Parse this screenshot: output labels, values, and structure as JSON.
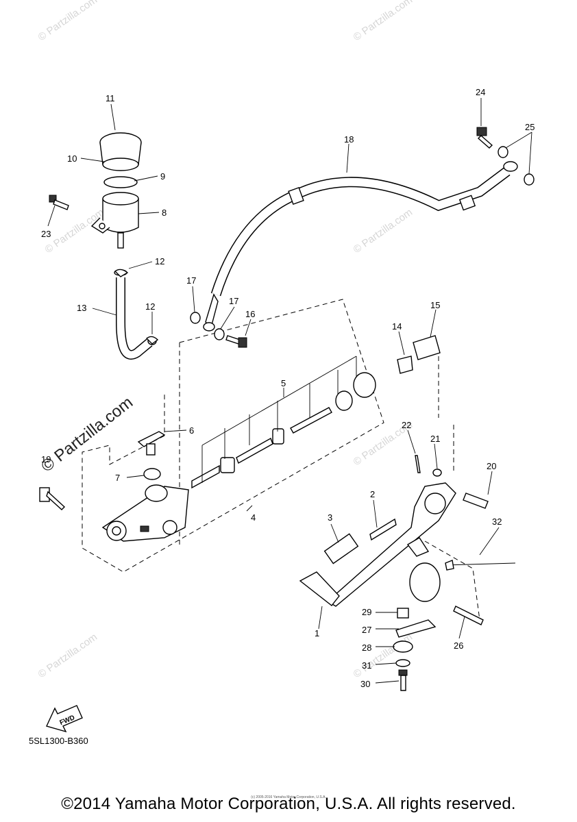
{
  "callouts": [
    "1",
    "2",
    "3",
    "4",
    "5",
    "6",
    "7",
    "8",
    "9",
    "10",
    "11",
    "12",
    "12",
    "13",
    "14",
    "15",
    "16",
    "17",
    "17",
    "18",
    "19",
    "20",
    "21",
    "22",
    "23",
    "24",
    "25",
    "26",
    "27",
    "28",
    "29",
    "30",
    "31",
    "32"
  ],
  "watermark": "© Partzilla.com",
  "watermark_large": "© Partzilla.com",
  "fwd_label": "FWD",
  "diagram_code": "5SL1300-B360",
  "tiny_credit": "(c) 2005-2016 Yamaha Motor Corporation, U.S.A.",
  "copyright": "©2014 Yamaha Motor Corporation, U.S.A. All rights reserved."
}
